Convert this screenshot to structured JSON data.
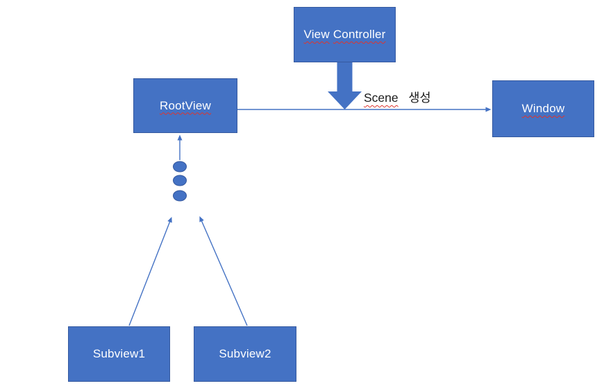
{
  "colors": {
    "box-fill": "#4472C4",
    "box-border": "#35599F",
    "connector": "#4472C4",
    "node-text": "#FFFFFF",
    "label-text": "#1A1A1A",
    "squiggle": "#DD352E"
  },
  "diagram": {
    "nodes": {
      "view_controller": {
        "word1": "View",
        "word2": "Controller"
      },
      "root_view": {
        "label": "RootView"
      },
      "window": {
        "label": "Window"
      },
      "subview1": {
        "label": "Subview1"
      },
      "subview2": {
        "label": "Subview2"
      }
    },
    "edge_labels": {
      "scene_word1": "Scene",
      "scene_word2": "생성"
    },
    "icons": {
      "vertical_ellipsis": "three stacked blue dots (more subviews)"
    }
  }
}
